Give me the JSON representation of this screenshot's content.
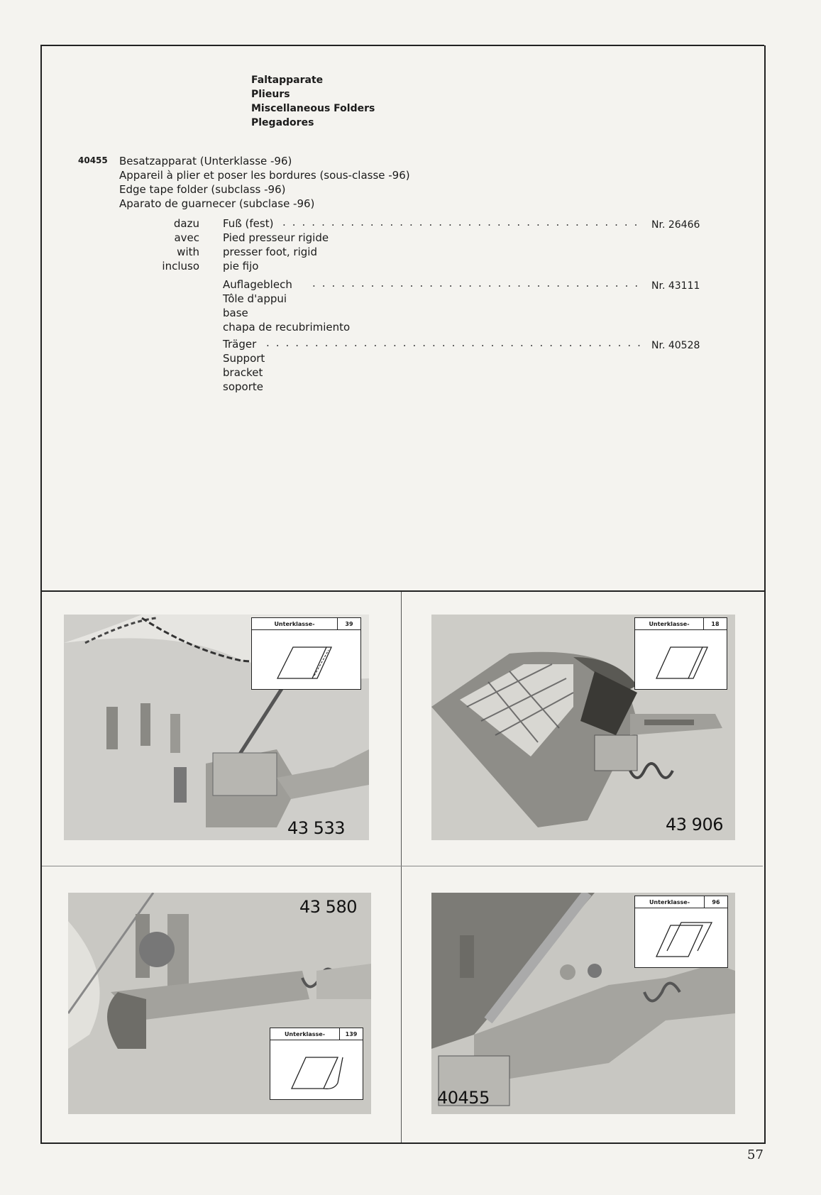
{
  "heading": {
    "lines": [
      "Faltapparate",
      "Plieurs",
      "Miscellaneous Folders",
      "Plegadores"
    ]
  },
  "article": {
    "number": "40455",
    "desc": [
      "Besatzapparat (Unterklasse -96)",
      "Appareil à plier et poser les bordures (sous-classe -96)",
      "Edge tape folder (subclass -96)",
      "Aparato de guarnecer (subclase -96)"
    ],
    "accessory_labels": [
      "dazu",
      "avec",
      "with",
      "incluso"
    ],
    "accessories": [
      {
        "names": [
          "Fuß (fest)",
          "Pied presseur rigide",
          "presser foot, rigid",
          "pie fijo"
        ],
        "nr": "Nr. 26466"
      },
      {
        "names": [
          "Auflageblech",
          "Tôle d'appui",
          "base",
          "chapa de recubrimiento"
        ],
        "nr": "Nr. 43111"
      },
      {
        "names": [
          "Träger",
          "Support",
          "bracket",
          "soporte"
        ],
        "nr": "Nr. 40528"
      }
    ]
  },
  "photos": [
    {
      "part": "43 533",
      "subclass_label": "Unterklasse-",
      "subclass": "39"
    },
    {
      "part": "43 906",
      "subclass_label": "Unterklasse-",
      "subclass": "18"
    },
    {
      "part": "43 580",
      "subclass_label": "Unterklasse-",
      "subclass": "139"
    },
    {
      "part": "40455",
      "subclass_label": "Unterklasse-",
      "subclass": "96"
    }
  ],
  "page_number": "57"
}
